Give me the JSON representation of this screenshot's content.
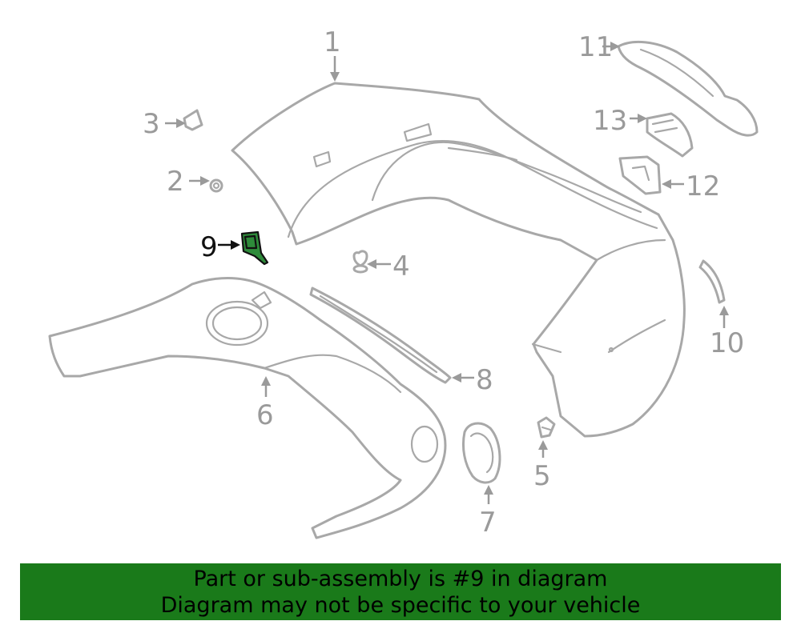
{
  "diagram": {
    "callouts": [
      {
        "id": "1",
        "label": "1"
      },
      {
        "id": "2",
        "label": "2"
      },
      {
        "id": "3",
        "label": "3"
      },
      {
        "id": "4",
        "label": "4"
      },
      {
        "id": "5",
        "label": "5"
      },
      {
        "id": "6",
        "label": "6"
      },
      {
        "id": "7",
        "label": "7"
      },
      {
        "id": "8",
        "label": "8"
      },
      {
        "id": "9",
        "label": "9",
        "highlighted": true
      },
      {
        "id": "10",
        "label": "10"
      },
      {
        "id": "11",
        "label": "11"
      },
      {
        "id": "12",
        "label": "12"
      },
      {
        "id": "13",
        "label": "13"
      }
    ],
    "highlight_color": "#2e8b3a",
    "line_color": "#a8a8a8"
  },
  "banner": {
    "line1": "Part or sub-assembly is #9 in diagram",
    "line2": "Diagram may not be specific to your vehicle",
    "background": "#1a7a1a"
  }
}
